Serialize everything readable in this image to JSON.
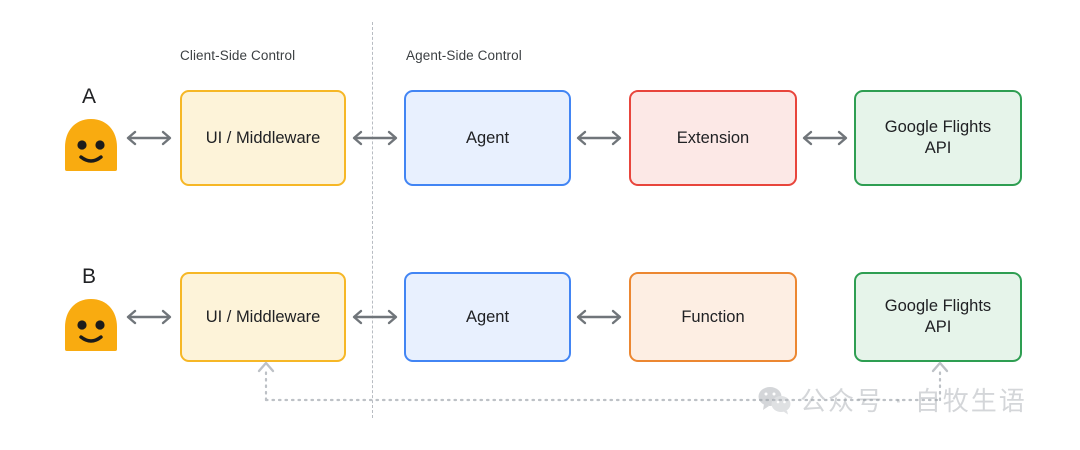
{
  "diagram": {
    "sections": [
      {
        "id": "client",
        "label": "Client-Side Control"
      },
      {
        "id": "agent",
        "label": "Agent-Side Control"
      }
    ],
    "rows": [
      {
        "letter": "A",
        "user_icon": "smiley-face-icon",
        "nodes": [
          {
            "id": "ui-middleware",
            "label": "UI / Middleware",
            "fill": "#fdf3d9",
            "border": "#f6b726"
          },
          {
            "id": "agent",
            "label": "Agent",
            "fill": "#e8f0fe",
            "border": "#4285f4"
          },
          {
            "id": "extension",
            "label": "Extension",
            "fill": "#fce8e6",
            "border": "#e8453c"
          },
          {
            "id": "api",
            "label": "Google Flights\nAPI",
            "fill": "#e6f4ea",
            "border": "#2e9e52"
          }
        ]
      },
      {
        "letter": "B",
        "user_icon": "smiley-face-icon",
        "nodes": [
          {
            "id": "ui-middleware",
            "label": "UI / Middleware",
            "fill": "#fdf3d9",
            "border": "#f6b726"
          },
          {
            "id": "agent",
            "label": "Agent",
            "fill": "#e8f0fe",
            "border": "#4285f4"
          },
          {
            "id": "function",
            "label": "Function",
            "fill": "#fdeee3",
            "border": "#ec8731"
          },
          {
            "id": "api",
            "label": "Google Flights\nAPI",
            "fill": "#e6f4ea",
            "border": "#2e9e52"
          }
        ]
      }
    ],
    "connectors": {
      "style": "double-headed-arrow",
      "color": "#70757a",
      "feedback": {
        "style": "dotted",
        "from": "api",
        "to": "ui-middleware",
        "color": "#bdc1c6"
      }
    },
    "divider": {
      "style": "dashed",
      "color": "#b8bcc2"
    }
  },
  "labels": {
    "row_a_letter": "A",
    "row_b_letter": "B",
    "client_side": "Client-Side Control",
    "agent_side": "Agent-Side Control",
    "ui_middleware": "UI / Middleware",
    "agent": "Agent",
    "extension": "Extension",
    "function": "Function",
    "api_line1": "Google Flights",
    "api_line2": "API"
  },
  "watermark": {
    "icon": "wechat-icon",
    "text": "公众号 · 自牧生语",
    "color": "#9aa0a6"
  }
}
